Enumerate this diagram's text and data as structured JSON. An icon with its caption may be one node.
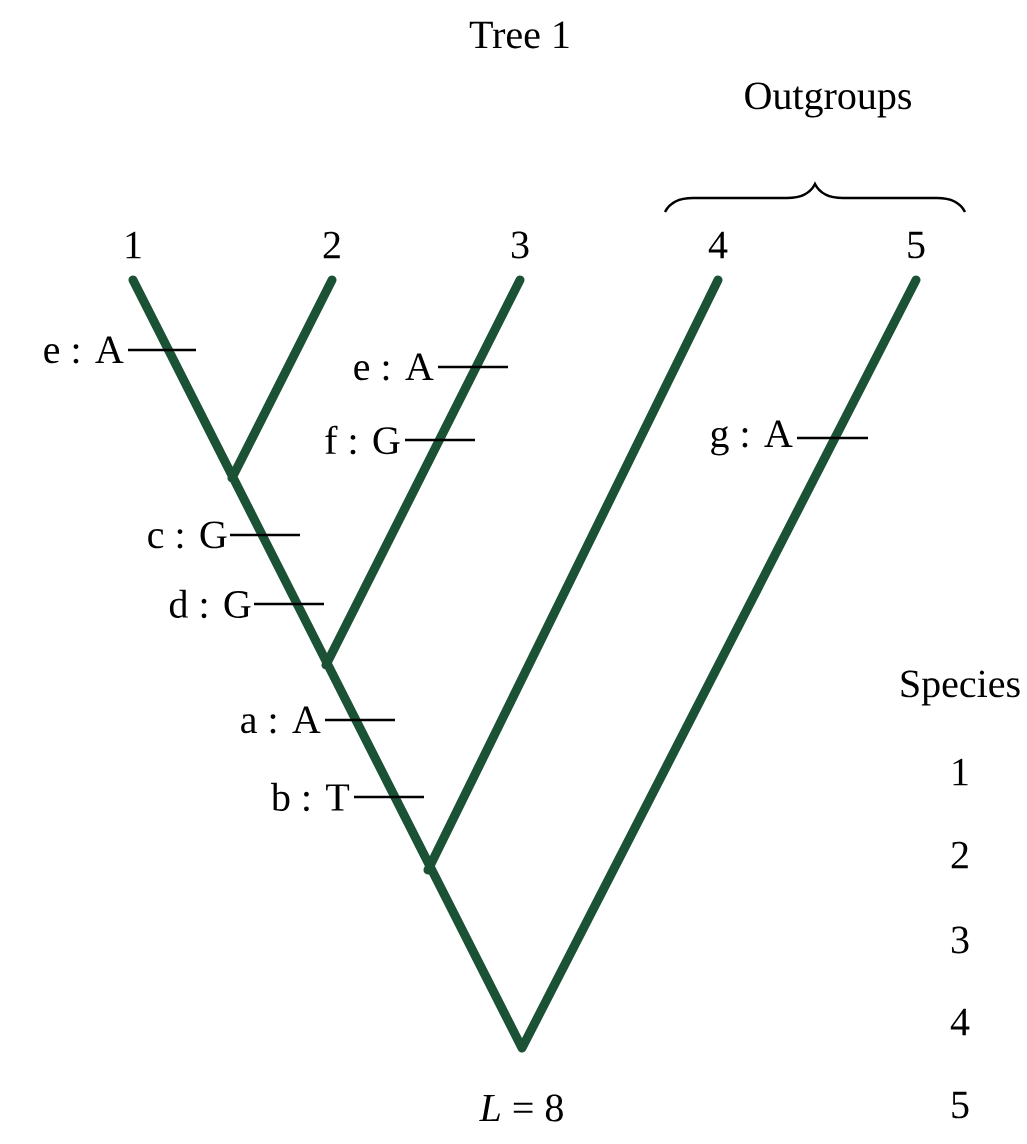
{
  "diagram": {
    "title": "Tree 1",
    "labels": [
      "Outgroups",
      "1",
      "2",
      "3",
      "4",
      "5",
      "e : A",
      "e : A",
      "f : G",
      "g : A",
      "c : G",
      "d : G",
      "Species",
      "a : A",
      "1",
      "b : T",
      "2",
      "3",
      "4",
      "*L* = 8",
      "5"
    ]
  }
}
